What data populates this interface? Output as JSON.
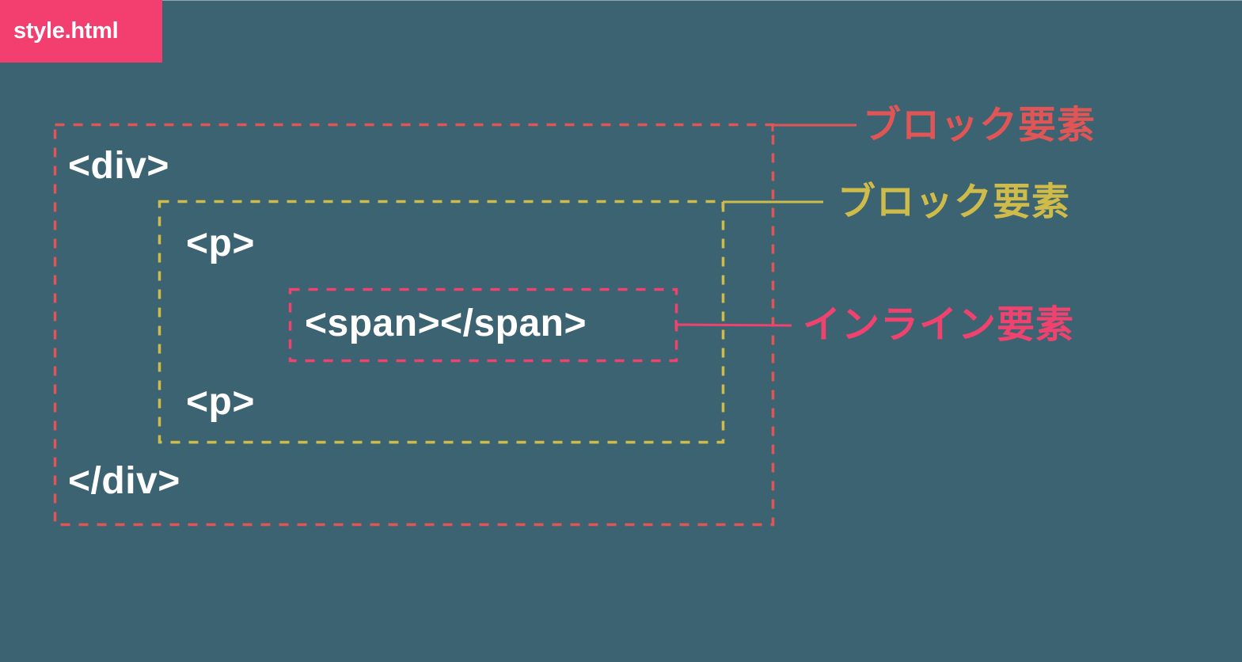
{
  "file_tab": {
    "title": "style.html"
  },
  "colors": {
    "background": "#3c6371",
    "file_tab": "#f23f70",
    "div_block": "#e05555",
    "p_block": "#cfbb4a",
    "span_inline": "#f0426f",
    "code_text": "#ffffff"
  },
  "code": {
    "div_open": "<div>",
    "p_open": "<p>",
    "span": "<span></span>",
    "p_close": "<p>",
    "div_close": "</div>"
  },
  "labels": {
    "div_label": "ブロック要素",
    "p_label": "ブロック要素",
    "span_label": "インライン要素"
  }
}
